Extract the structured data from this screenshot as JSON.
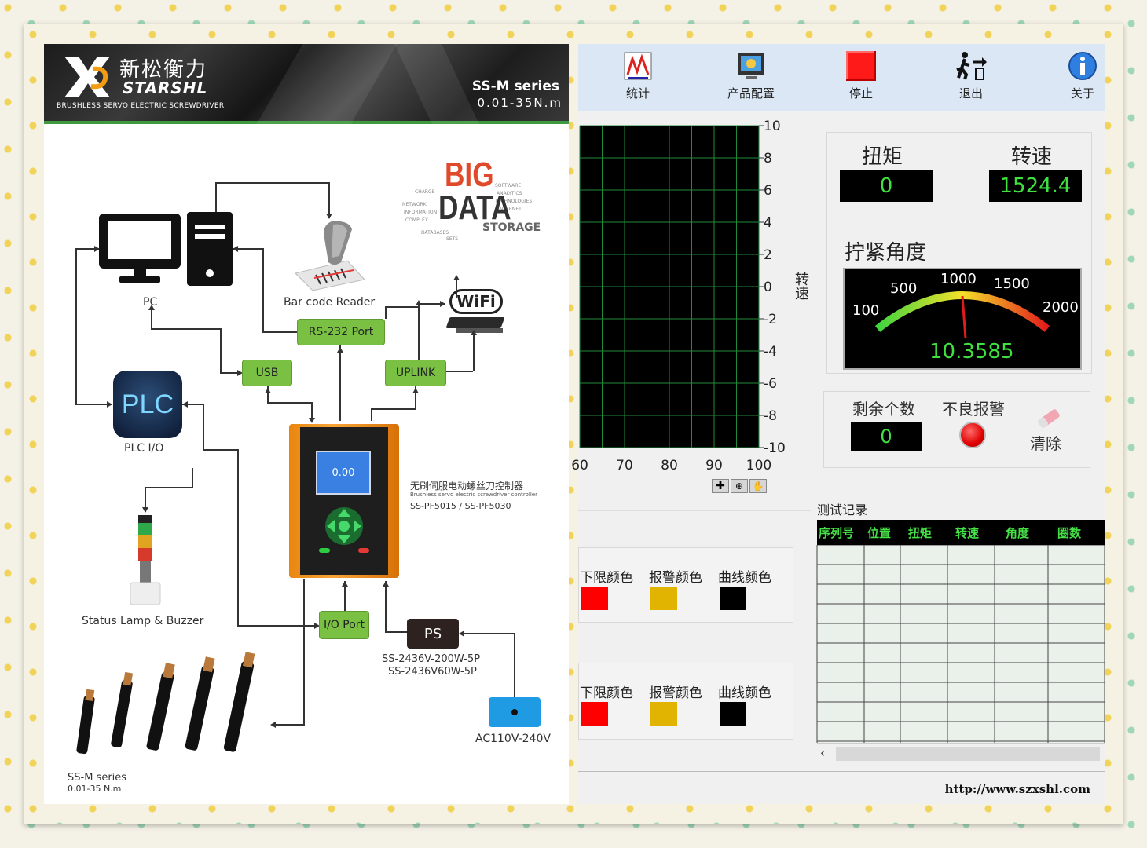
{
  "brand": {
    "name_cn": "新松衡力",
    "name_en": "STARSHL",
    "tagline": "BRUSHLESS SERVO ELECTRIC SCREWDRIVER",
    "series": "SS-M series",
    "range": "0.01-35N.m"
  },
  "diagram": {
    "pc_label": "PC",
    "barcode_label": "Bar code Reader",
    "bigdata_big": "BIG",
    "bigdata_data": "DATA",
    "wifi_label": "WiFi",
    "rs232_label": "RS-232 Port",
    "usb_label": "USB",
    "uplink_label": "UPLINK",
    "plc_logo": "PLC",
    "plc_label": "PLC I/O",
    "controller_screen": "0.00",
    "controller_title_cn": "无刷伺服电动螺丝刀控制器",
    "controller_title_en": "Brushless servo electric screwdriver controller",
    "controller_model": "SS-PF5015 / SS-PF5030",
    "lamp_label": "Status Lamp & Buzzer",
    "io_label": "I/O Port",
    "ps_label": "PS",
    "ps_model1": "SS-2436V-200W-5P",
    "ps_model2": "SS-2436V60W-5P",
    "ac_label": "AC110V-240V",
    "tools_series": "SS-M series",
    "tools_range": "0.01-35 N.m"
  },
  "toolbar": {
    "stats": "统计",
    "config": "产品配置",
    "stop": "停止",
    "exit": "退出",
    "about": "关于"
  },
  "chart_data": {
    "type": "line",
    "x": [],
    "series": [],
    "xlim": [
      60,
      100
    ],
    "ylim": [
      -10,
      10
    ],
    "xticks": [
      "60",
      "70",
      "80",
      "90",
      "100"
    ],
    "yticks": [
      "10",
      "8",
      "6",
      "4",
      "2",
      "0",
      "-2",
      "-4",
      "-6",
      "-8",
      "-10"
    ],
    "ylabel": "转速",
    "grid": true,
    "colors": {
      "background": "#000000",
      "grid": "#1f8a3a"
    }
  },
  "meters": {
    "torque_label": "扭矩",
    "torque_value": "0",
    "speed_label": "转速",
    "speed_value": "1524.4",
    "angle_label": "拧紧角度",
    "gauge_ticks": [
      "100",
      "500",
      "1000",
      "1500",
      "2000"
    ],
    "gauge_value": "10.3585"
  },
  "counter": {
    "remaining_label": "剩余个数",
    "remaining_value": "0",
    "alarm_label": "不良报警",
    "clear_label": "清除"
  },
  "colors_panel_1": {
    "lower_label": "下限颜色",
    "alarm_label": "报警颜色",
    "curve_label": "曲线颜色",
    "lower_color": "#ff0000",
    "alarm_color": "#e0b400",
    "curve_color": "#000000"
  },
  "colors_panel_2": {
    "lower_label": "下限颜色",
    "alarm_label": "报警颜色",
    "curve_label": "曲线颜色",
    "lower_color": "#ff0000",
    "alarm_color": "#e0b400",
    "curve_color": "#000000"
  },
  "records": {
    "title": "测试记录",
    "columns": [
      "序列号",
      "位置",
      "扭矩",
      "转速",
      "角度",
      "圈数"
    ]
  },
  "footer": {
    "url": "http://www.szxshl.com"
  }
}
